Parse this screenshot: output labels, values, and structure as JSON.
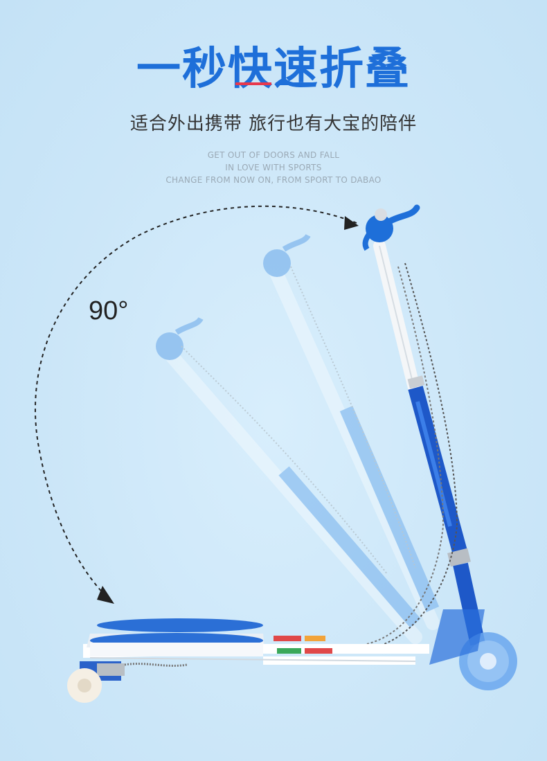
{
  "headline": "一秒快速折叠",
  "subtitle": "适合外出携带 旅行也有大宝的陪伴",
  "english_lines": [
    "GET OUT OF DOORS AND FALL",
    "IN LOVE WITH SPORTS",
    "CHANGE FROM NOW ON, FROM SPORT TO DABAO"
  ],
  "angle_label": "90°",
  "colors": {
    "accent_blue": "#1e6fd9",
    "accent_red": "#e8394d",
    "background": "#cde7f8"
  }
}
